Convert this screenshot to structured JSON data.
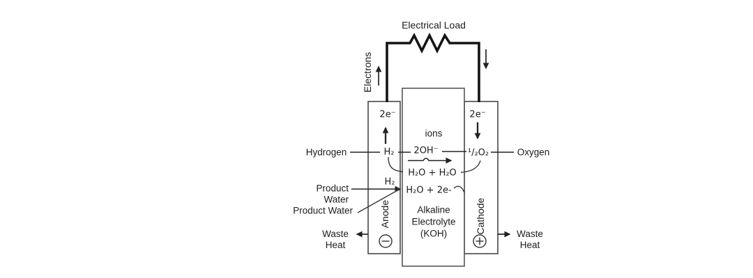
{
  "diagram": {
    "type": "alkaline-fuel-cell-schematic",
    "colors": {
      "background": "#ffffff",
      "wire": "#141414",
      "line": "#222222",
      "box_stroke": "#3a3a3a",
      "text": "#1c1c1c"
    },
    "circuit": {
      "load_label": "Electrical Load",
      "electrons_label": "Electrons"
    },
    "icons": {
      "resistor": "resistor-zigzag",
      "anode_polarity": "circled-minus",
      "cathode_polarity": "circled-plus",
      "electron_flow_left": "arrow-up",
      "electron_flow_right": "arrow-down"
    },
    "anode": {
      "label": "Anode",
      "electron_label": "2e⁻",
      "gas_top": "H₂",
      "gas_mid": "H₂"
    },
    "cathode": {
      "label": "Cathode",
      "electron_label": "2e⁻",
      "oxygen_species": "¹/₂O₂"
    },
    "electrolyte": {
      "ions_label": "ions",
      "hydroxide": "2OH⁻",
      "water_sum": "H₂O + H₂O",
      "anode_reaction": "H₂O + 2e-",
      "name_line1": "Alkaline",
      "name_line2": "Electrolyte",
      "name_line3": "(KOH)"
    },
    "inputs": {
      "left": "Hydrogen",
      "right": "Oxygen"
    },
    "outputs": {
      "product_line1": "Product",
      "product_line2": "Water",
      "product_line3": "Product Water",
      "waste_left_line1": "Waste",
      "waste_left_line2": "Heat",
      "waste_right_line1": "Waste",
      "waste_right_line2": "Heat"
    }
  }
}
